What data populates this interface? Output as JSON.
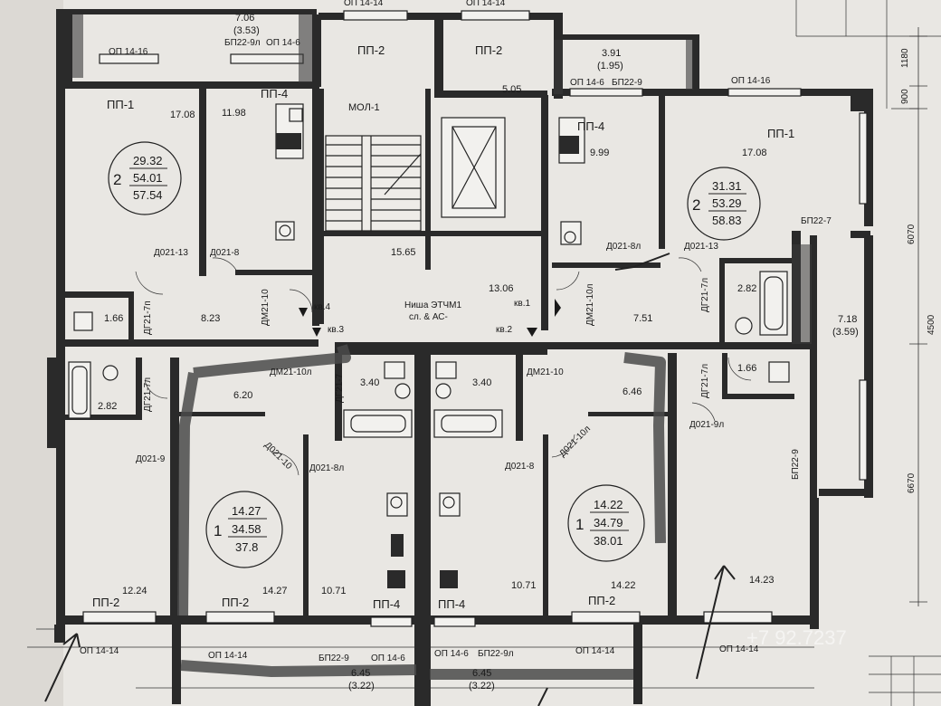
{
  "diagram": {
    "apartment_left_top": {
      "rooms": "2",
      "living": "29.32",
      "useful": "54.01",
      "total": "57.54"
    },
    "apartment_right_top": {
      "rooms": "2",
      "living": "31.31",
      "useful": "53.29",
      "total": "58.83"
    },
    "apartment_left_bottom": {
      "rooms": "1",
      "living": "14.27",
      "useful": "34.58",
      "total": "37.8"
    },
    "apartment_right_bottom": {
      "rooms": "1",
      "living": "14.22",
      "useful": "34.79",
      "total": "38.01"
    },
    "areas": {
      "a_1708_l": "17.08",
      "a_1198": "11.98",
      "a_823": "8.23",
      "a_166_l": "1.66",
      "a_282_l": "2.82",
      "a_620": "6.20",
      "a_340_l": "3.40",
      "a_1427": "14.27",
      "a_1071_l": "10.71",
      "a_1224": "12.24",
      "a_1565": "15.65",
      "a_1306": "13.06",
      "a_505": "5.05",
      "a_999": "9.99",
      "a_1708_r": "17.08",
      "a_751": "7.51",
      "a_282_r": "2.82",
      "a_166_r": "1.66",
      "a_340_r": "3.40",
      "a_646": "6.46",
      "a_1071_r": "10.71",
      "a_1422": "14.22",
      "a_1423": "14.23",
      "balc_top_l": "7.06",
      "balc_top_l2": "(3.53)",
      "balc_top_r": "3.91",
      "balc_top_r2": "(1.95)",
      "balc_right": "7.18",
      "balc_right2": "(3.59)",
      "balc_bot_l": "6.45",
      "balc_bot_l2": "(3.22)",
      "balc_bot_r": "6.45",
      "balc_bot_r2": "(3.22)"
    },
    "labels": {
      "op1416_l": "ОП 14-16",
      "bp229a": "БП22-9л",
      "op146_t": "ОП 14-6",
      "pp2_tl": "ПП-2",
      "pp2_tr": "ПП-2",
      "mol1": "МОЛ-1",
      "op146_tr": "ОП 14-6",
      "bp229_tr": "БП22-9",
      "op1416_r": "ОП 14-16",
      "pp1_r": "ПП-1",
      "pp1_l": "ПП-1",
      "pp4_tl": "ПП-4",
      "pp4_tr": "ПП-4",
      "d02113_l": "Д021-13",
      "d0218": "Д021-8",
      "d02113_r": "Д021-13",
      "d0218l_top": "Д021-8л",
      "bp227": "БП22-7",
      "dg217p": "ДГ21-7п",
      "dm2110": "ДМ21-10",
      "dm2110l_c": "ДМ21-10л",
      "dg217l_r": "ДГ21-7л",
      "kv4": "кв.4",
      "kv3": "кв.3",
      "kv1": "кв.1",
      "kv2": "кв.2",
      "niche": "Ниша ЭТЧМ1",
      "niche2": "сл. & АС-",
      "dm2110a": "ДМ21-10л",
      "dg217l_l": "ДГ21-7л",
      "dg217_c": "ДГ21-7",
      "dm2110_c2": "ДМ21-10",
      "dg217l_rb": "ДГ21-7л",
      "d0219_l": "Д021-9",
      "d0219l_r": "Д021-9л",
      "dg217p_l": "ДГ21-7п",
      "d0210": "Д021-10",
      "d0218l": "Д021-8л",
      "d0218_r": "Д021-8",
      "d0210l": "Д021-10л",
      "bp229_r": "БП22-9",
      "pp2_bl": "ПП-2",
      "pp2_bc": "ПП-2",
      "pp4_bl": "ПП-4",
      "pp4_br": "ПП-4",
      "pp2_br": "ПП-2",
      "op1414_l": "ОП 14-14",
      "op1414_c": "ОП 14-14",
      "bp229_bl": "БП22-9",
      "op146_bl": "ОП 14-6",
      "op146_br": "ОП 14-6",
      "bp229l_br": "БП22-9л",
      "op1414_r": "ОП 14-14",
      "op1414_rr": "ОП 14-14",
      "op1414_top": "ОП 14-14",
      "op1414_top2": "ОП 14-14"
    },
    "dimensions": {
      "d1180": "1180",
      "d900": "900",
      "d6070": "6070",
      "d6670": "6670",
      "d4500": "4500"
    },
    "watermark": "+7 92.7237"
  }
}
